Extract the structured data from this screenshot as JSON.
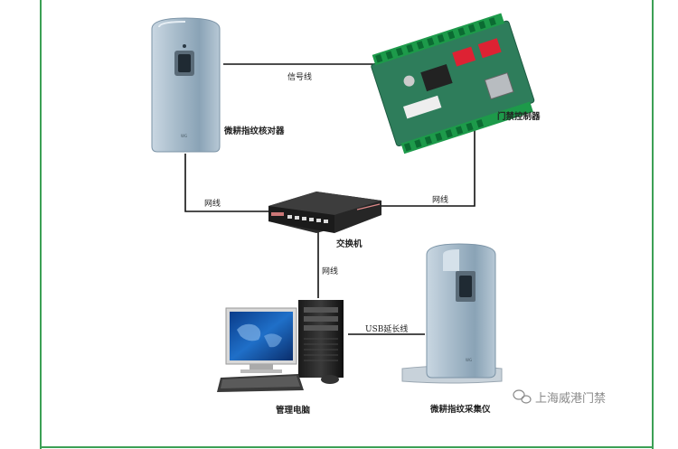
{
  "labels": {
    "signal_line": "信号线",
    "net_line_left": "网线",
    "net_line_right": "网线",
    "net_line_bottom": "网线",
    "usb_line": "USB延长线"
  },
  "devices": {
    "fingerprint_verifier": "微耕指纹核对器",
    "access_controller": "门禁控制器",
    "switch": "交换机",
    "computer": "管理电脑",
    "fingerprint_collector": "微耕指纹采集仪"
  },
  "watermark": "上海威港门禁",
  "colors": {
    "frame": "#3ca055",
    "connector": "#111111",
    "pcb": "#2e7d5b",
    "device_body": "#9fb7c8"
  }
}
